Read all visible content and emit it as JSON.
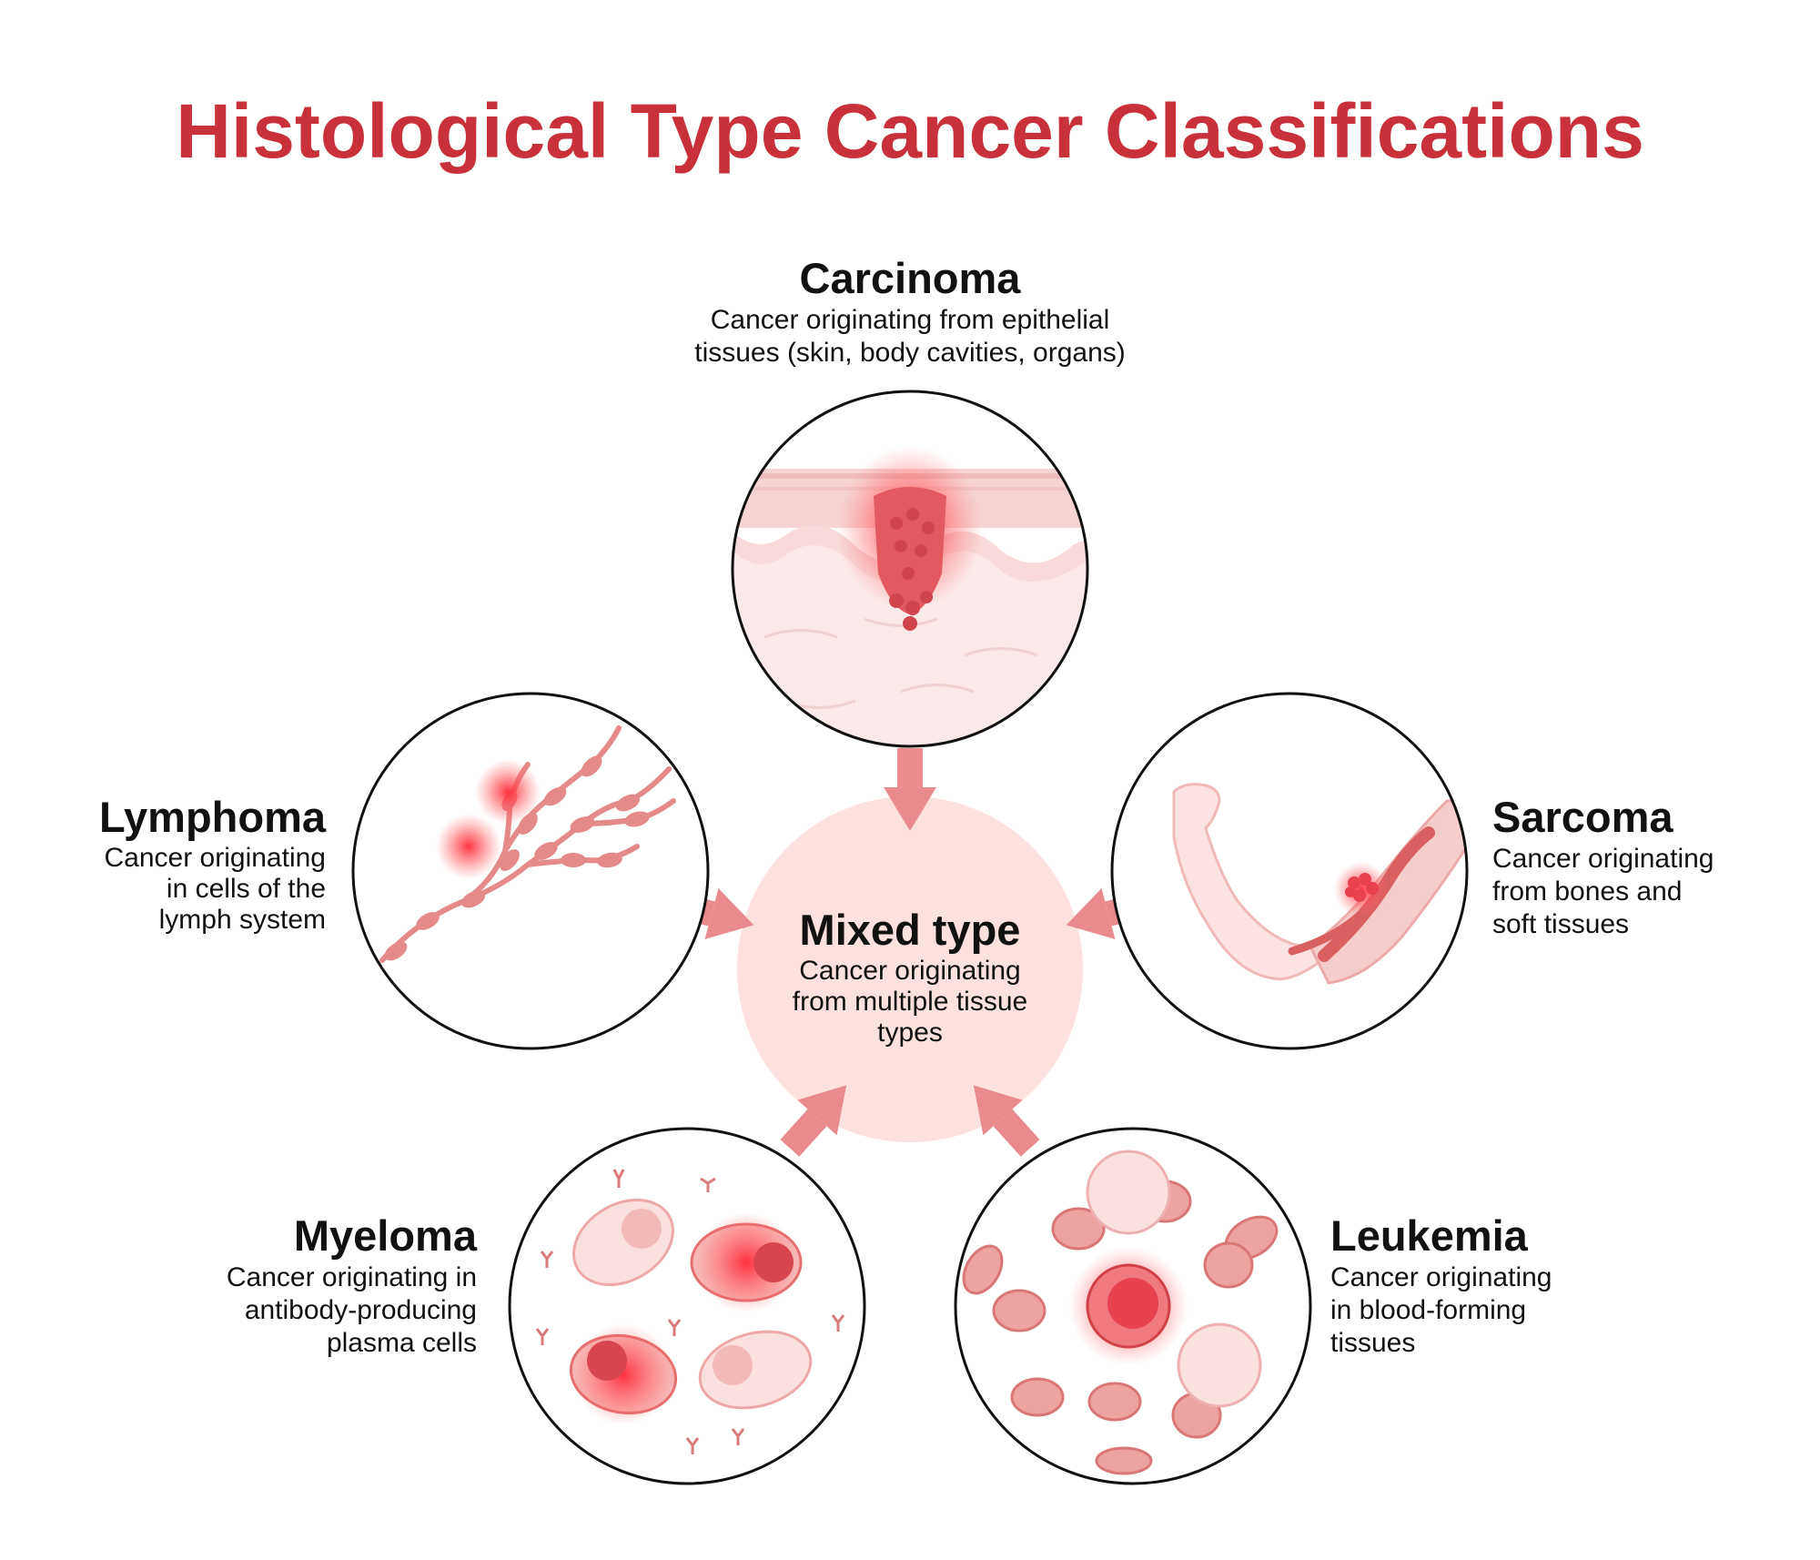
{
  "title": "Histological Type Cancer Classifications",
  "colors": {
    "title": "#c8313a",
    "arrow": "#e98b8e",
    "center_fill": "#fde1df",
    "cell": "#e57f7f",
    "tumor": "#e8424c"
  },
  "center": {
    "name": "Mixed type",
    "desc": "Cancer originating from multiple tissue types"
  },
  "types": {
    "carcinoma": {
      "name": "Carcinoma",
      "desc_1": "Cancer originating from epithelial",
      "desc_2": "tissues (skin, body cavities, organs)"
    },
    "lymphoma": {
      "name": "Lymphoma",
      "desc_1": "Cancer originating",
      "desc_2": "in cells of the",
      "desc_3": "lymph system"
    },
    "sarcoma": {
      "name": "Sarcoma",
      "desc_1": "Cancer originating",
      "desc_2": "from bones and",
      "desc_3": "soft tissues"
    },
    "myeloma": {
      "name": "Myeloma",
      "desc_1": "Cancer originating in",
      "desc_2": "antibody-producing",
      "desc_3": "plasma cells"
    },
    "leukemia": {
      "name": "Leukemia",
      "desc_1": "Cancer originating",
      "desc_2": "in blood-forming",
      "desc_3": "tissues"
    }
  }
}
